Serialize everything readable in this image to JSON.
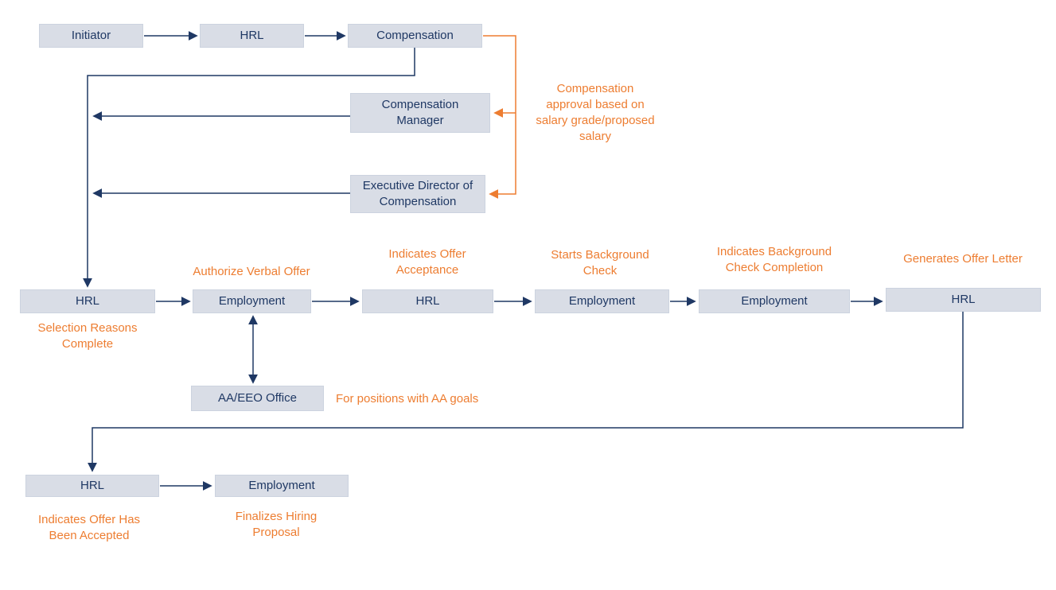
{
  "colors": {
    "navy": "#1f3864",
    "orange": "#ed7d31",
    "box_fill": "#d9dde6"
  },
  "boxes": {
    "initiator": "Initiator",
    "hrl_top": "HRL",
    "compensation": "Compensation",
    "compensation_manager": "Compensation\nManager",
    "executive_director": "Executive Director of\nCompensation",
    "hrl_selection": "HRL",
    "employment_verbal": "Employment",
    "hrl_acceptance": "HRL",
    "employment_bg_start": "Employment",
    "employment_bg_complete": "Employment",
    "hrl_offer_letter": "HRL",
    "aa_eeo": "AA/EEO Office",
    "hrl_accepted": "HRL",
    "employment_finalize": "Employment"
  },
  "annotations": {
    "compensation_approval": "Compensation\napproval based on\nsalary grade/proposed\nsalary",
    "authorize_verbal_offer": "Authorize Verbal Offer",
    "indicates_offer_acceptance": "Indicates Offer\nAcceptance",
    "starts_background_check": "Starts Background\nCheck",
    "indicates_background_check_completion": "Indicates Background\nCheck Completion",
    "generates_offer_letter": "Generates Offer Letter",
    "selection_reasons_complete": "Selection Reasons\nComplete",
    "for_positions_aa_goals": "For positions with AA goals",
    "indicates_offer_accepted": "Indicates Offer Has\nBeen Accepted",
    "finalizes_hiring_proposal": "Finalizes Hiring\nProposal"
  }
}
